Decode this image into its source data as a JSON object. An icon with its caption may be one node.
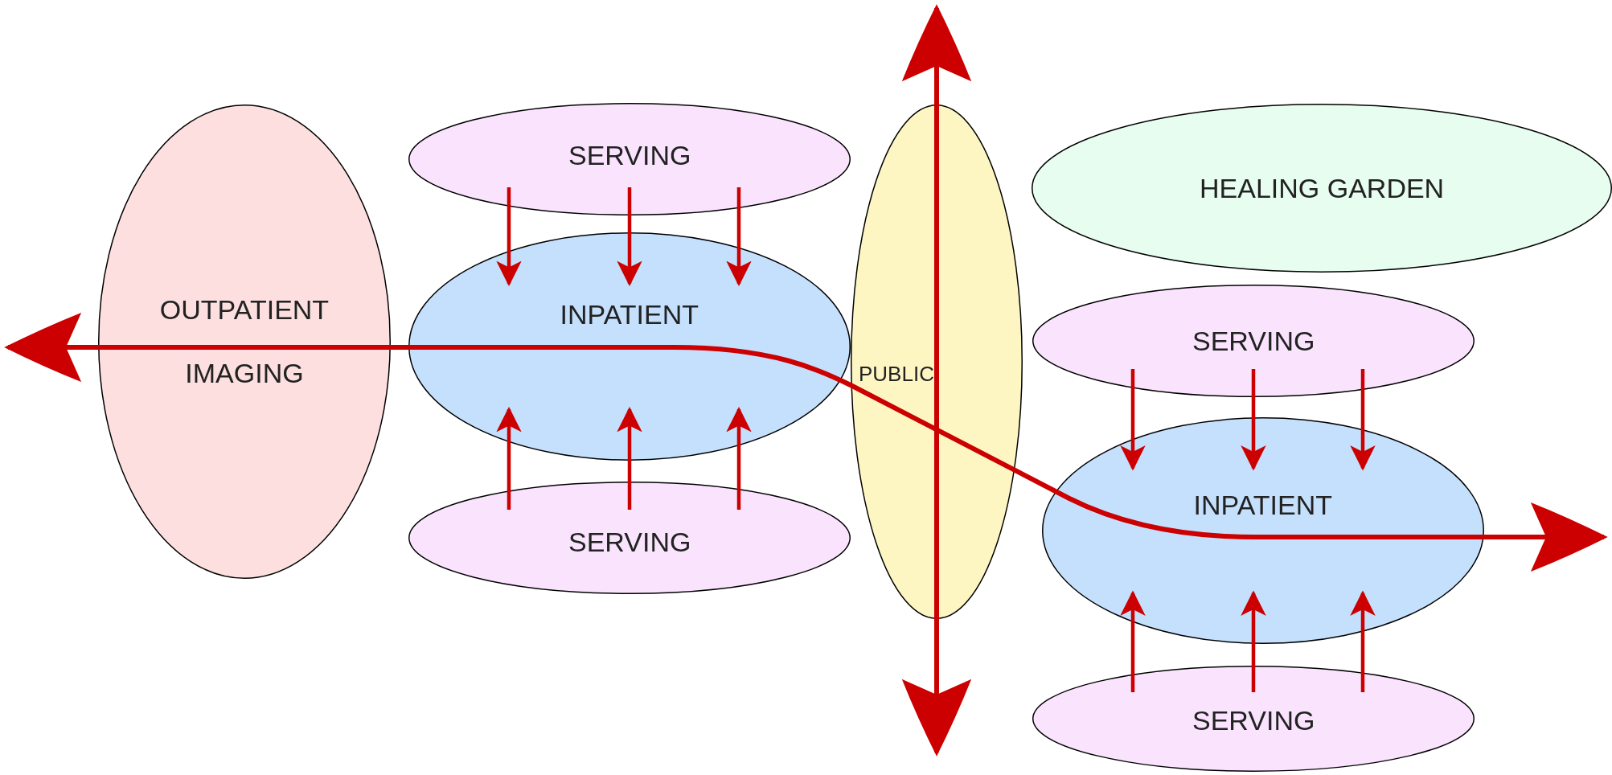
{
  "diagram": {
    "nodes": [
      {
        "text": [
          "OUTPATIENT IMAGING"
        ]
      },
      {
        "text": [
          "SERVING"
        ]
      },
      {
        "text": [
          "INPATIENT"
        ]
      },
      {
        "text": [
          "SERVING"
        ]
      },
      {
        "text": [
          "PUBLIC"
        ]
      },
      {
        "text": [
          "HEALING GARDEN"
        ]
      },
      {
        "text": [
          "SERVING"
        ]
      },
      {
        "text": [
          "INPATIENT"
        ]
      },
      {
        "text": [
          "SERVING"
        ]
      }
    ],
    "edges": [
      {
        "from": 1,
        "to": 2,
        "arrow": "to"
      },
      {
        "from": 1,
        "to": 2,
        "arrow": "to"
      },
      {
        "from": 1,
        "to": 2,
        "arrow": "to"
      },
      {
        "from": 3,
        "to": 2,
        "arrow": "to"
      },
      {
        "from": 3,
        "to": 2,
        "arrow": "to"
      },
      {
        "from": 3,
        "to": 2,
        "arrow": "to"
      },
      {
        "from": 6,
        "to": 7,
        "arrow": "to"
      },
      {
        "from": 6,
        "to": 7,
        "arrow": "to"
      },
      {
        "from": 6,
        "to": 7,
        "arrow": "to"
      },
      {
        "from": 8,
        "to": 7,
        "arrow": "to"
      },
      {
        "from": 8,
        "to": 7,
        "arrow": "to"
      },
      {
        "from": 8,
        "to": 7,
        "arrow": "to"
      }
    ]
  }
}
